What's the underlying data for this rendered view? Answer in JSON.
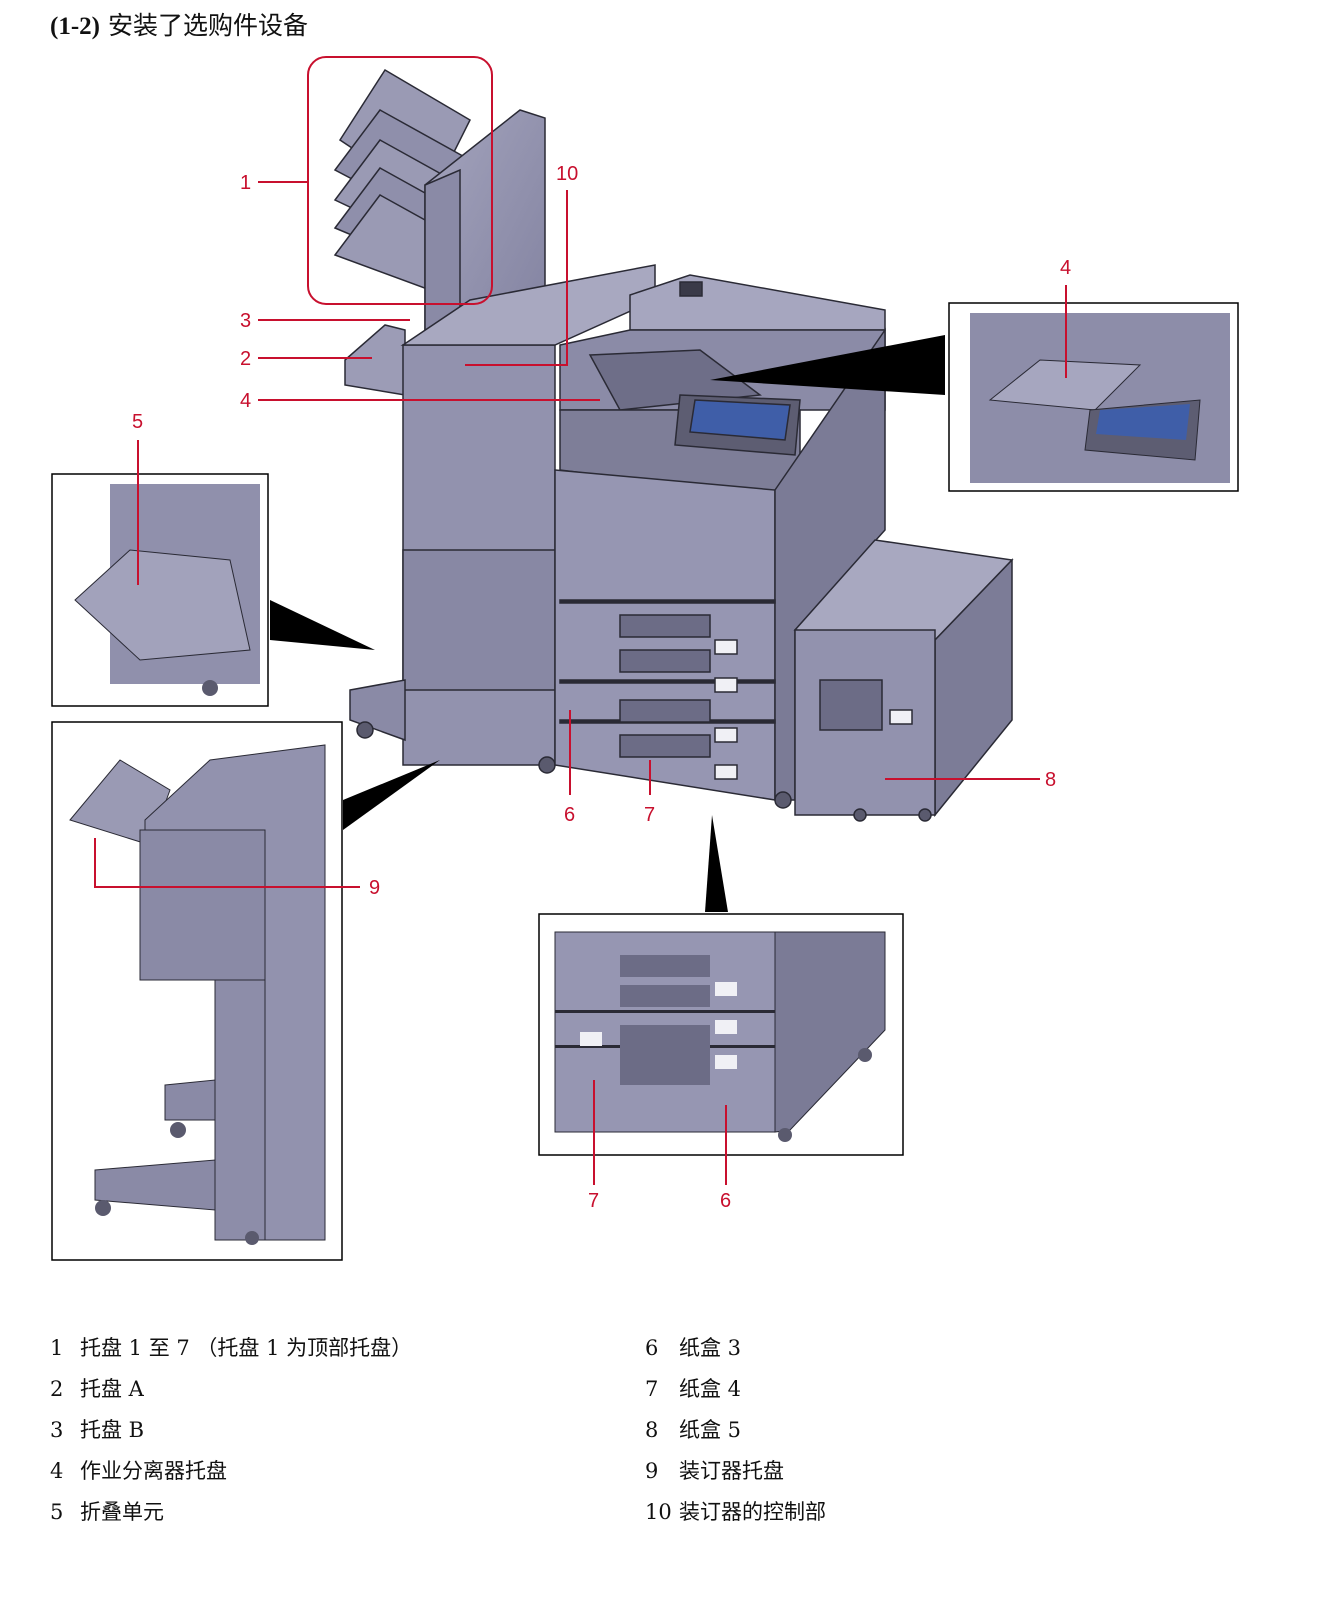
{
  "heading": {
    "number": "(1-2)",
    "text": "安装了选购件设备"
  },
  "callouts": {
    "c1": "1",
    "c10": "10",
    "c3": "3",
    "c2": "2",
    "c4": "4",
    "c4b": "4",
    "c5": "5",
    "c6": "6",
    "c7": "7",
    "c8": "8",
    "c9": "9",
    "c7b": "7",
    "c6b": "6"
  },
  "legend": {
    "left": [
      {
        "num": "1",
        "text": "托盘 1 至 7 （托盘 1 为顶部托盘）"
      },
      {
        "num": "2",
        "text": "托盘 A"
      },
      {
        "num": "3",
        "text": "托盘 B"
      },
      {
        "num": "4",
        "text": "作业分离器托盘"
      },
      {
        "num": "5",
        "text": "折叠单元"
      }
    ],
    "right": [
      {
        "num": "6",
        "text": "纸盒 3"
      },
      {
        "num": "7",
        "text": "纸盒 4"
      },
      {
        "num": "8",
        "text": "纸盒 5"
      },
      {
        "num": "9",
        "text": "装订器托盘"
      },
      {
        "num": "10",
        "text": "装订器的控制部"
      }
    ]
  },
  "colors": {
    "callout": "#c8102e",
    "body": "#8e8ea8",
    "dark": "#5a5a6e",
    "outline": "#2a2a35"
  }
}
